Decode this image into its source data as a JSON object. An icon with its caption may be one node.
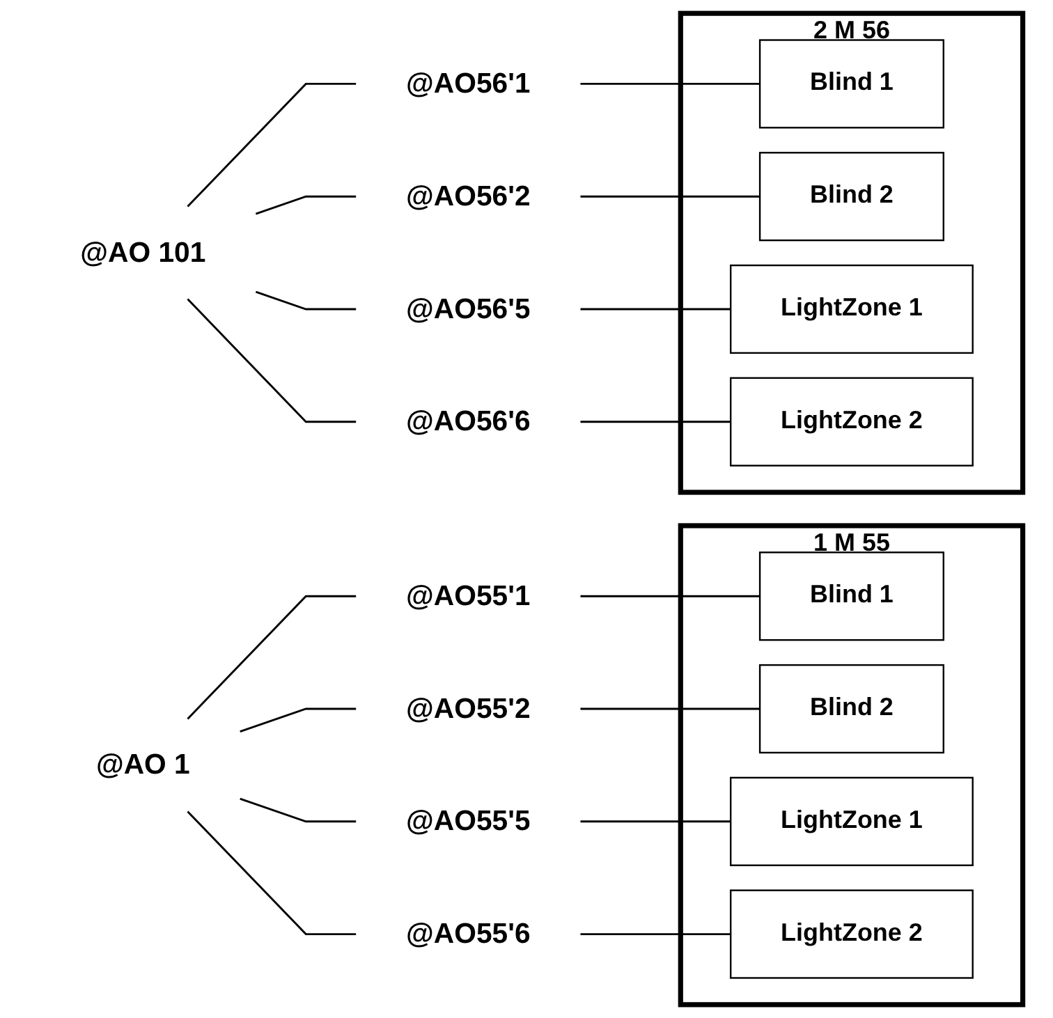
{
  "diagram": {
    "nodes": [
      {
        "text": [
          "@AO 1"
        ]
      },
      {
        "text": [
          "@AO55'1"
        ]
      },
      {
        "text": [
          "@AO55'2"
        ]
      },
      {
        "text": [
          "@AO55'5"
        ]
      },
      {
        "text": [
          "@AO55'6"
        ]
      },
      {
        "text": [
          "1 M 55"
        ]
      },
      {
        "text": [
          "Blind 1"
        ],
        "in": 5
      },
      {
        "text": [
          "Blind 2"
        ],
        "in": 5
      },
      {
        "text": [
          "LightZone 1"
        ],
        "in": 5
      },
      {
        "text": [
          "LightZone 2"
        ],
        "in": 5
      },
      {
        "text": [
          "@AO 101"
        ]
      },
      {
        "text": [
          "@AO56'1"
        ]
      },
      {
        "text": [
          "@AO56'2"
        ]
      },
      {
        "text": [
          "@AO56'5"
        ]
      },
      {
        "text": [
          "@AO56'6"
        ]
      },
      {
        "text": [
          "2 M 56"
        ]
      },
      {
        "text": [
          "Blind 1"
        ],
        "in": 15
      },
      {
        "text": [
          "Blind 2"
        ],
        "in": 15
      },
      {
        "text": [
          "LightZone 1"
        ],
        "in": 15
      },
      {
        "text": [
          "LightZone 2"
        ],
        "in": 15
      }
    ],
    "edges": [
      {
        "from": 0,
        "to": 1,
        "arrow": "none"
      },
      {
        "from": 0,
        "to": 2,
        "arrow": "none"
      },
      {
        "from": 0,
        "to": 3,
        "arrow": "none"
      },
      {
        "from": 0,
        "to": 4,
        "arrow": "none"
      },
      {
        "from": 1,
        "to": 6,
        "arrow": "none"
      },
      {
        "from": 2,
        "to": 7,
        "arrow": "none"
      },
      {
        "from": 3,
        "to": 8,
        "arrow": "none"
      },
      {
        "from": 4,
        "to": 9,
        "arrow": "none"
      },
      {
        "from": 10,
        "to": 11,
        "arrow": "none"
      },
      {
        "from": 10,
        "to": 12,
        "arrow": "none"
      },
      {
        "from": 10,
        "to": 13,
        "arrow": "none"
      },
      {
        "from": 10,
        "to": 14,
        "arrow": "none"
      },
      {
        "from": 11,
        "to": 16,
        "arrow": "none"
      },
      {
        "from": 12,
        "to": 17,
        "arrow": "none"
      },
      {
        "from": 13,
        "to": 18,
        "arrow": "none"
      },
      {
        "from": 14,
        "to": 19,
        "arrow": "none"
      }
    ]
  }
}
